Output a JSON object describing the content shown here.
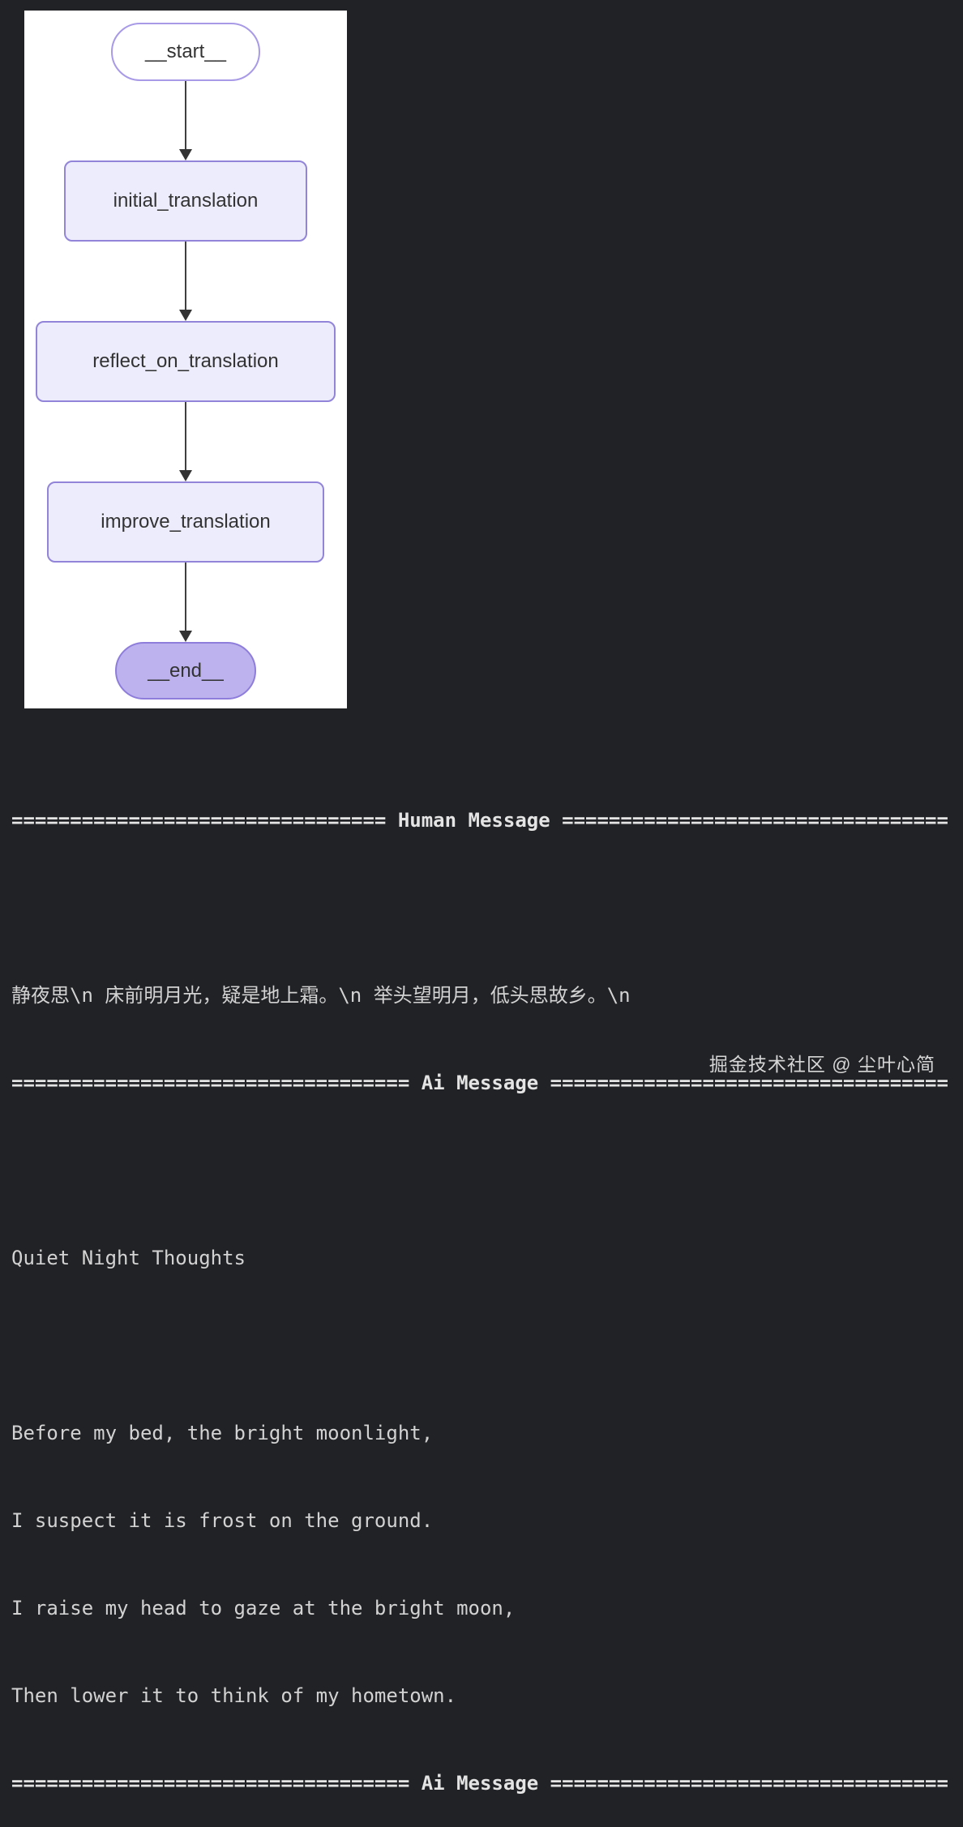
{
  "diagram": {
    "nodes": [
      {
        "id": "start",
        "label": "__start__"
      },
      {
        "id": "initial_translation",
        "label": "initial_translation"
      },
      {
        "id": "reflect_on_translation",
        "label": "reflect_on_translation"
      },
      {
        "id": "improve_translation",
        "label": "improve_translation"
      },
      {
        "id": "end",
        "label": "__end__"
      }
    ],
    "colors": {
      "rect_fill": "#ececfc",
      "rect_border": "#9284d8",
      "start_fill": "#ffffff",
      "start_border": "#a89ae6",
      "end_fill": "#bdb2ee",
      "end_border": "#8f7ddb",
      "arrow": "#333333",
      "label": "#333333",
      "panel_background": "#ffffff"
    }
  },
  "terminal": {
    "background": "#212225",
    "text_color": "#d2d2d2",
    "human_header": "================================ Human Message =================================",
    "human_text": "静夜思\\n 床前明月光，疑是地上霜。\\n 举头望明月，低头思故乡。\\n",
    "ai_header": "================================== Ai Message ==================================",
    "poem_title": "Quiet Night Thoughts",
    "poem_lines": [
      "Before my bed, the bright moonlight,",
      "I suspect it is frost on the ground.",
      "I raise my head to gaze at the bright moon,",
      "Then lower it to think of my hometown."
    ],
    "ai_header_2": "================================== Ai Message =================================="
  },
  "watermark": {
    "text": "掘金技术社区 @ 尘叶心简"
  }
}
